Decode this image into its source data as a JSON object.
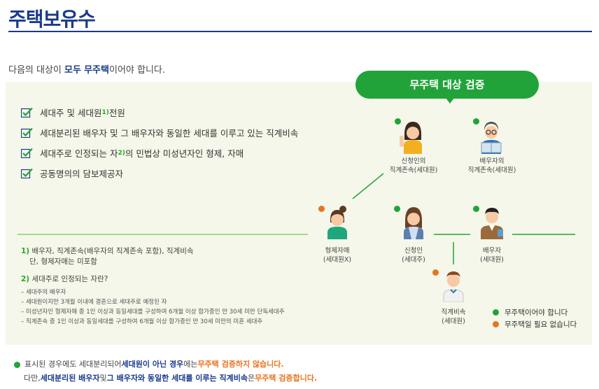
{
  "title": "주택보유수",
  "intro": {
    "pre": "다음의 대상이 ",
    "hl1": "모두",
    "mid": " ",
    "hl2": "무주택",
    "post": "이어야 합니다."
  },
  "checklist": [
    {
      "text": "세대주 및 세대원",
      "sup": "1)",
      "suffix": " 전원"
    },
    {
      "text": "세대분리된 배우자 및 그 배우자와 동일한 세대를 이루고 있는 직계비속",
      "sup": "",
      "suffix": ""
    },
    {
      "text": "세대주로 인정되는 자",
      "sup": "2)",
      "suffix": "의 민법상 미성년자인 형제, 자매"
    },
    {
      "text": "공동명의의 담보제공자",
      "sup": "",
      "suffix": ""
    }
  ],
  "notes": {
    "n1_num": "1)",
    "n1_text": "배우자, 직계존속(배우자의 직계존속 포함), 직계비속",
    "n1_sub": "단, 형제자매는 미포함",
    "n2_num": "2)",
    "n2_text": "세대주로 인정되는 자란?",
    "n2_items": [
      "– 세대주의 배우자",
      "– 세대원이지만 3개월 이내에 결혼으로 세대주로 예정된 자",
      "– 미성년자인 형제자매 중 1인 이상과 동일세대를 구성하여 6개월 이상 합가중인 만 30세 미만 단독세대주",
      "– 직계존속 중 1인 이상과 동일세대를 구성하여 6개월 이상 합가중인 만 30세 미만의 미혼 세대주"
    ]
  },
  "bubble": "무주택 대상 검증",
  "persons": {
    "applicant_parent": {
      "l1": "신청인의",
      "l2": "직계존속(세대원)"
    },
    "spouse_parent": {
      "l1": "배우자의",
      "l2": "직계존속(세대원)"
    },
    "sibling": {
      "l1": "형제자매",
      "l2": "(세대원X)"
    },
    "applicant": {
      "l1": "신청인",
      "l2": "(세대주)"
    },
    "spouse": {
      "l1": "배우자",
      "l2": "(세대원)"
    },
    "child": {
      "l1": "직계비속",
      "l2": "(세대원)"
    }
  },
  "legend": {
    "green": "무주택이어야 합니다",
    "orange": "무주택일 필요 없습니다"
  },
  "colors": {
    "navy": "#1b3a8c",
    "green": "#21a339",
    "orange": "#e8731f",
    "panel": "#f4f7ea"
  },
  "footer": {
    "l1_a": "표시된 경우에도 세대분리되어 ",
    "l1_b": "세대원이 아닌 경우",
    "l1_c": "에는 ",
    "l1_d": "무주택 검증하지 않습니다.",
    "l2_a": "다만, ",
    "l2_b": "세대분리된 배우자",
    "l2_c": " 및 ",
    "l2_d": "그 배우자와 동일한 세대를 이루는 직계비속",
    "l2_e": "은 ",
    "l2_f": "무주택 검증합니다."
  }
}
